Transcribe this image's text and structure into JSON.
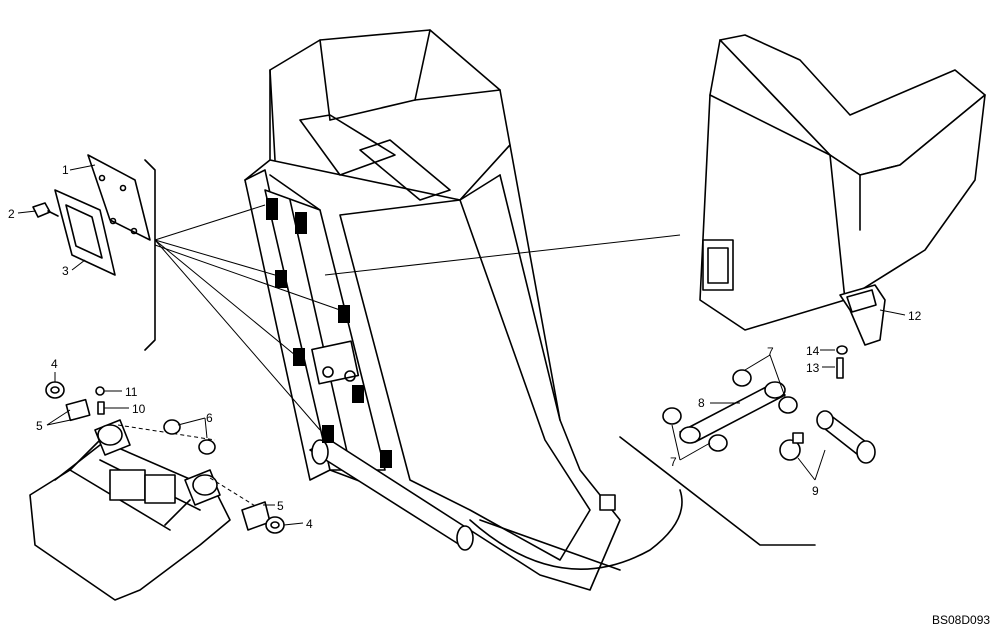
{
  "drawing_code": "BS08D093",
  "callouts": [
    "1",
    "2",
    "3",
    "4",
    "5",
    "6",
    "7",
    "8",
    "9",
    "10",
    "11",
    "12",
    "13",
    "14"
  ]
}
